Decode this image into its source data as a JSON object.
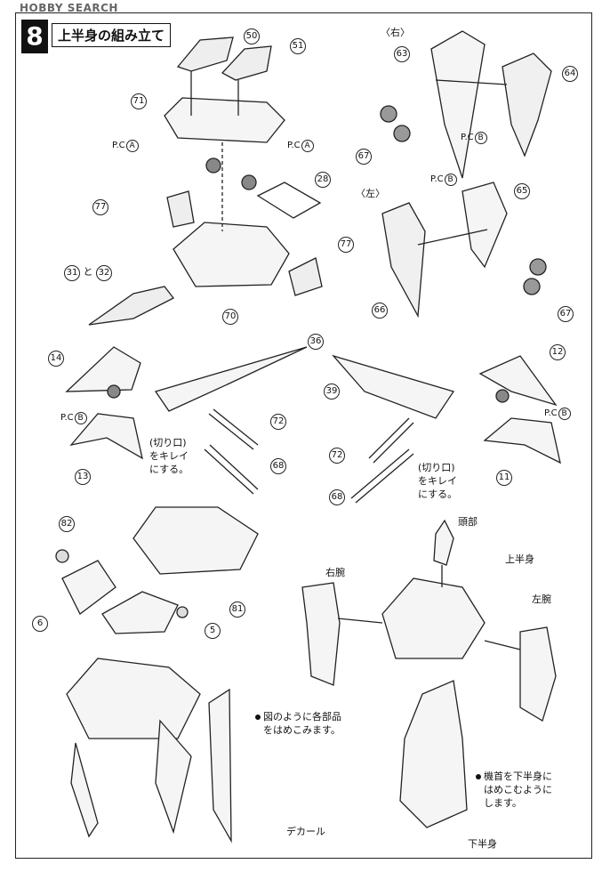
{
  "watermark": "HOBBY SEARCH",
  "step": {
    "number": "8",
    "title": "上半身の組み立て"
  },
  "side_labels": {
    "right": "〈右〉",
    "left": "〈左〉"
  },
  "parts": {
    "p50": "50",
    "p51": "51",
    "p71": "71",
    "p28": "28",
    "p77a": "77",
    "p77b": "77",
    "p31": "31",
    "p32": "32",
    "and": "と",
    "p70": "70",
    "p63": "63",
    "p64": "64",
    "p67a": "67",
    "p65": "65",
    "p66": "66",
    "p67b": "67",
    "p14": "14",
    "p36": "36",
    "p13": "13",
    "p72a": "72",
    "p68a": "68",
    "p39": "39",
    "p12": "12",
    "p11": "11",
    "p72b": "72",
    "p68b": "68",
    "p82": "82",
    "p6": "6",
    "p81": "81",
    "p5": "5"
  },
  "pc_labels": {
    "prefix": "P.C",
    "a": "A",
    "b": "B"
  },
  "cut_note": {
    "line1": "(切り口)",
    "line2": "をキレイ",
    "line3": "にする。"
  },
  "assembly_labels": {
    "head": "頭部",
    "upper_body": "上半身",
    "right_arm": "右腕",
    "left_arm": "左腕",
    "lower_body": "下半身",
    "decal": "デカール"
  },
  "notes": {
    "fit_line1": "図のように各部品",
    "fit_line2": "をはめこみます。",
    "neck_line1": "機首を下半身に",
    "neck_line2": "はめこむように",
    "neck_line3": "します。"
  }
}
